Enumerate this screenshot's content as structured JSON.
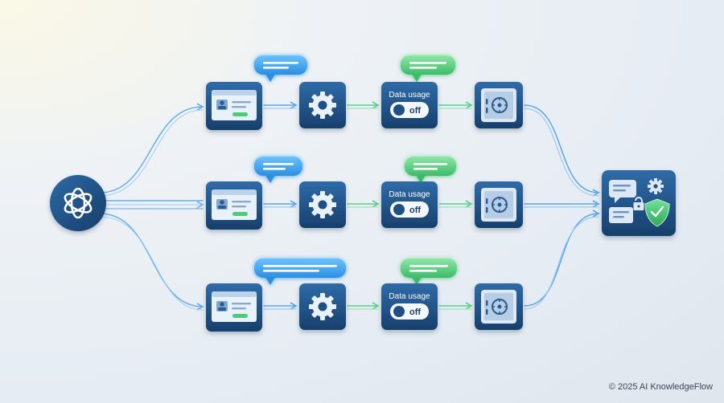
{
  "diagram": {
    "rows": [
      {
        "usage_label": "Data usage",
        "toggle_label": "off"
      },
      {
        "usage_label": "Data usage",
        "toggle_label": "off"
      },
      {
        "usage_label": "Data usage",
        "toggle_label": "off"
      }
    ]
  },
  "footer": {
    "copyright": "© 2025 AI KnowledgeFlow"
  },
  "colors": {
    "tile_dark": "#1b4a7c",
    "tile_light": "#2d6aa8",
    "line_blue": "#5aa6ec",
    "line_green": "#58d08a",
    "bubble_blue": "#3aa3ee",
    "bubble_green": "#4ecb77",
    "shield_green": "#3fbf6a"
  }
}
